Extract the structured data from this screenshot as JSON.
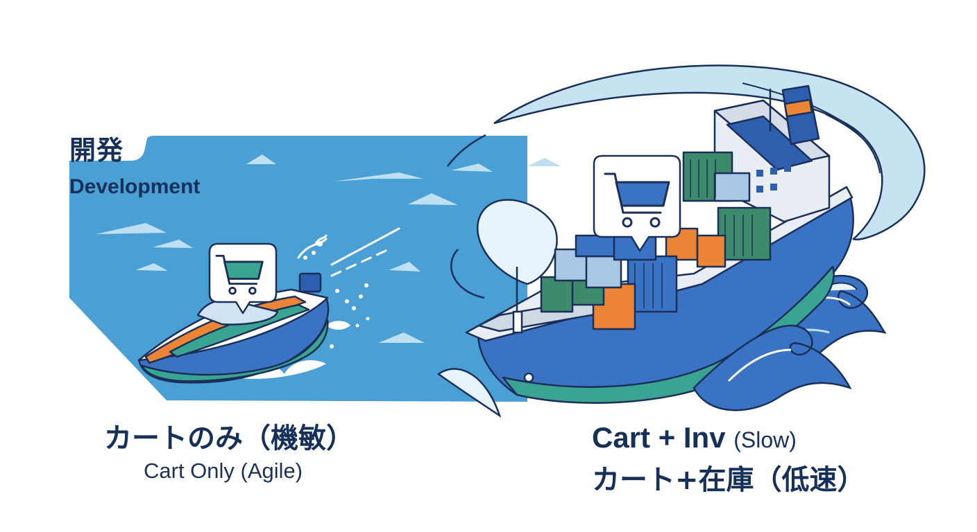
{
  "header": {
    "title_ja": "開発",
    "title_en": "Development"
  },
  "left_boat": {
    "label_ja": "カートのみ（機敏）",
    "label_en": "Cart Only (Agile)",
    "icon": "shopping-cart-icon"
  },
  "right_ship": {
    "label_en_main": "Cart + Inv",
    "label_en_paren": "(Slow)",
    "label_ja": "カート+在庫（低速）",
    "icon": "shopping-cart-icon"
  },
  "colors": {
    "sea": "#4a9fd4",
    "hull_blue": "#3b73c4",
    "teal": "#3aa391",
    "orange": "#ec8435",
    "container_green": "#3e8a6c",
    "outline": "#1a2f58",
    "spray": "#dff0f9"
  }
}
